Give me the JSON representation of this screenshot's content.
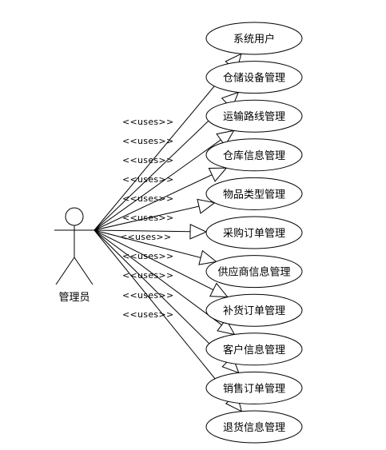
{
  "actor": {
    "name": "管理员"
  },
  "relation_label": "<<uses>>",
  "use_cases": [
    {
      "label": "系统用户"
    },
    {
      "label": "仓储设备管理"
    },
    {
      "label": "运输路线管理"
    },
    {
      "label": "仓库信息管理"
    },
    {
      "label": "物品类型管理"
    },
    {
      "label": "采购订单管理"
    },
    {
      "label": "供应商信息管理"
    },
    {
      "label": "补货订单管理"
    },
    {
      "label": "客户信息管理"
    },
    {
      "label": "销售订单管理"
    },
    {
      "label": "退货信息管理"
    }
  ],
  "colors": {
    "stroke": "#000000",
    "fill": "#ffffff"
  }
}
